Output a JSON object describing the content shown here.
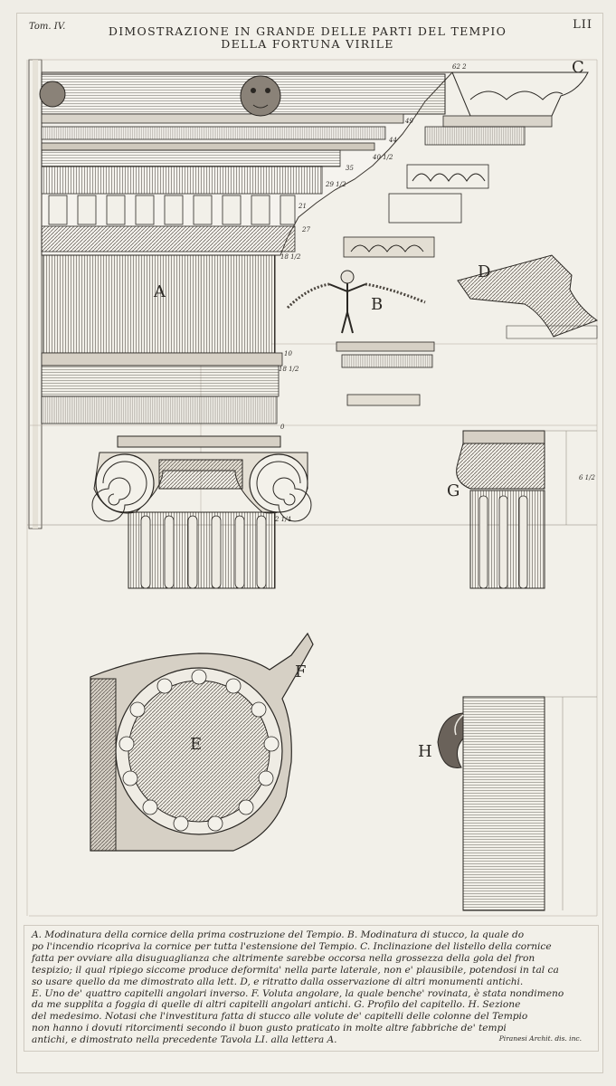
{
  "header": {
    "volume": "Tom. IV.",
    "plate_number": "LII",
    "title_line1": "DIMOSTRAZIONE IN GRANDE DELLE PARTI DEL TEMPIO",
    "title_line2": "DELLA FORTUNA VIRILE"
  },
  "figure_letters": {
    "a": "A",
    "b": "B",
    "c": "C",
    "d": "D",
    "e": "E",
    "f": "F",
    "g": "G",
    "h": "H"
  },
  "caption": {
    "lines": [
      "A. Modinatura della cornice della prima costruzione del Tempio. B. Modinatura di stucco, la quale do",
      "po l'incendio ricopriva la cornice per tutta l'estensione del Tempio. C. Inclinazione del listello della cornice",
      "fatta per ovviare alla disuguaglianza che altrimente sarebbe occorsa nella grossezza della gola del fron",
      "tespizio; il qual ripiego siccome produce deformita' nella parte laterale, non e' plausibile, potendosi in tal ca",
      "so usare quello da me dimostrato alla lett. D, e ritratto dalla osservazione di altri monumenti antichi.",
      "E. Uno de' quattro capitelli angolari inverso. F. Voluta angolare, la quale benche' rovinata, è stata nondimeno",
      "da me supplita a foggia di quelle di altri capitelli angolari antichi. G. Profilo del capitello. H. Sezione",
      "del medesimo. Notasi che l'investitura fatta di stucco alle volute de' capitelli delle colonne del Tempio",
      "non hanno i dovuti ritorcimenti secondo il buon gusto praticato in molte altre fabbriche de' tempi",
      "antichi, e dimostrato nella precedente Tavola LI. alla lettera A."
    ],
    "signature": "Piranesi Archit. dis. inc."
  },
  "measurements": [
    "62 2",
    "49",
    "44",
    "40 1/2",
    "35",
    "29 1/2",
    "27",
    "21",
    "18 1/2",
    "10",
    "18 1/2",
    "0",
    "2 1/4",
    "6 1/2"
  ],
  "palette": {
    "paper": "#f2f0e9",
    "ink": "#2a2723",
    "line": "#cfcac0"
  }
}
